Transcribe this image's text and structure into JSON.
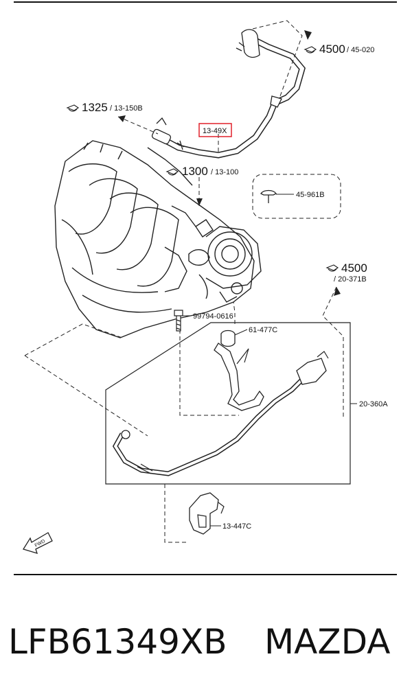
{
  "diagram": {
    "refs": [
      {
        "id": "ref-4500-top",
        "main": "4500",
        "sub": "/ 45-020"
      },
      {
        "id": "ref-1325",
        "main": "1325",
        "sub": "/ 13-150B"
      },
      {
        "id": "ref-1300",
        "main": "1300",
        "sub": "/ 13-100"
      },
      {
        "id": "ref-4500-bottom",
        "main": "4500",
        "sub": "/ 20-371B"
      }
    ],
    "parts": {
      "highlighted": "13-49X",
      "clip": "45-961B",
      "bolt": "99794-0616",
      "bracket_top": "61-477C",
      "cable_assembly": "20-360A",
      "bracket_bottom": "13-447C"
    },
    "fwd_label": "FWD",
    "highlight_color": "#e0202a"
  },
  "caption": {
    "part_number": "LFB61349XB",
    "brand": "MAZDA"
  }
}
